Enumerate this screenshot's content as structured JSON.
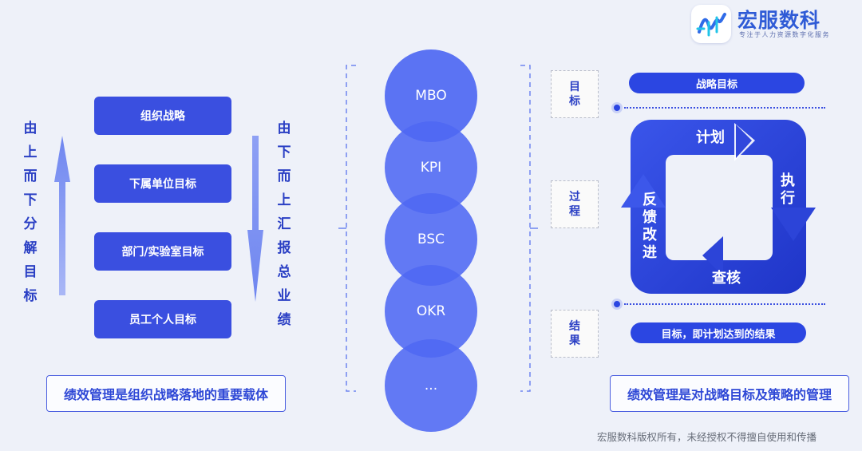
{
  "logo": {
    "title": "宏服数科",
    "subtitle": "专注于人力资源数字化服务"
  },
  "left": {
    "levels": [
      "组织战略",
      "下属单位目标",
      "部门/实验室目标",
      "员工个人目标"
    ],
    "top_down_text": [
      "由",
      "上",
      "而",
      "下",
      "分",
      "解",
      "目",
      "标"
    ],
    "bottom_up_text": [
      "由",
      "下",
      "而",
      "上",
      "汇",
      "报",
      "总",
      "业",
      "绩"
    ],
    "caption": "绩效管理是组织战略落地的重要载体"
  },
  "methods": [
    "MBO",
    "KPI",
    "BSC",
    "OKR",
    "..."
  ],
  "right": {
    "stage_goal": [
      "目",
      "标"
    ],
    "stage_process": [
      "过",
      "程"
    ],
    "stage_result": [
      "结",
      "果"
    ],
    "goal_pill": "战略目标",
    "result_pill": "目标，即计划达到的结果",
    "cycle": {
      "plan": "计划",
      "execute": [
        "执",
        "行"
      ],
      "check": "查核",
      "feedback": [
        "反",
        "馈",
        "改",
        "进"
      ]
    },
    "caption": "绩效管理是对战略目标及策略的管理"
  },
  "copyright": "宏服数科版权所有，未经授权不得擅自使用和传播",
  "colors": {
    "primary": "#2b46e2",
    "dark": "#2a3fc4",
    "circle": "#4f6cf2",
    "background": "#eef1f9"
  }
}
